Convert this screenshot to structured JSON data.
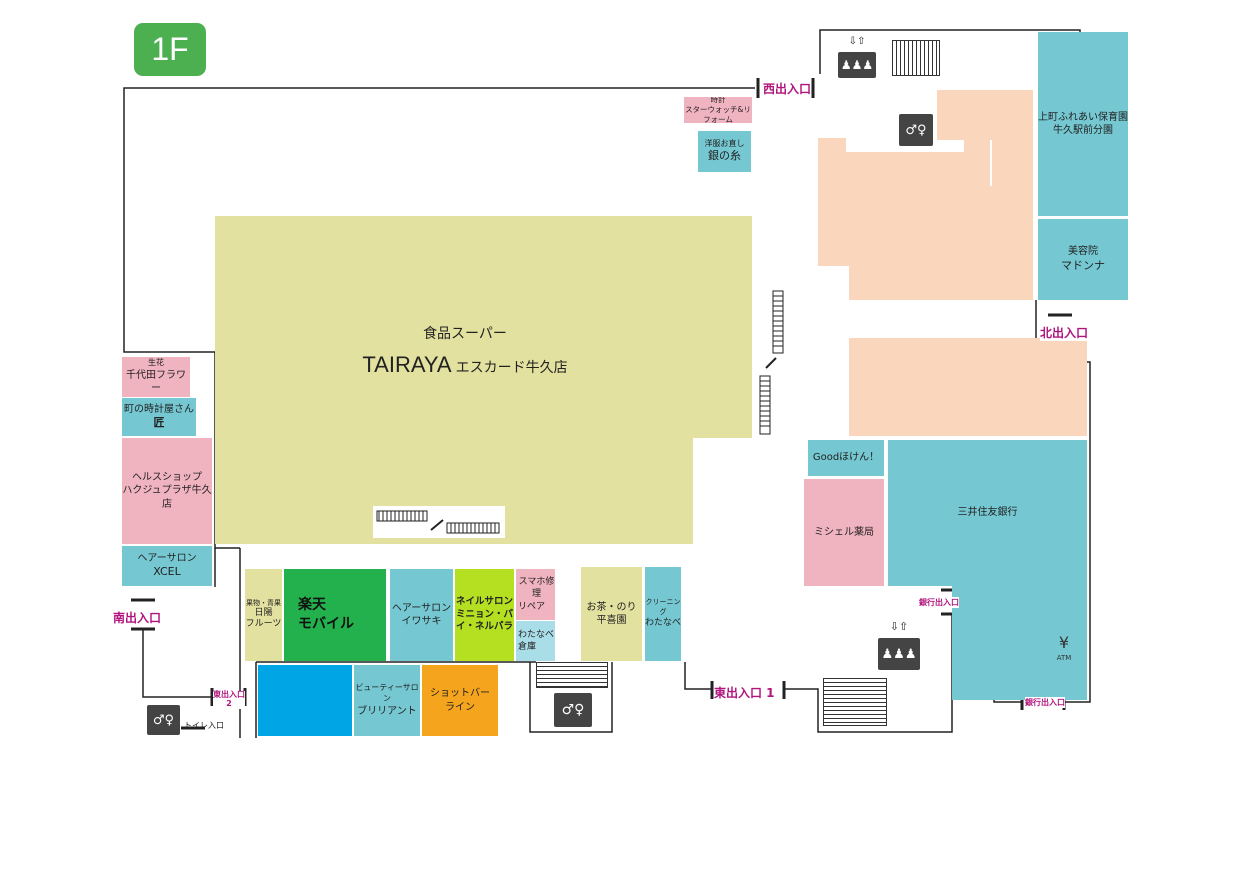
{
  "floor": "1F",
  "supermarket": {
    "subtitle": "食品スーパー",
    "brand": "TAIRAYA",
    "branch": "エスカード牛久店"
  },
  "shops": {
    "watch": [
      "時計",
      "スターウォッチ&リフォーム"
    ],
    "tailor": [
      "洋服お直し",
      "銀の糸"
    ],
    "florist": [
      "生花",
      "千代田フラワー"
    ],
    "clock_shop": [
      "町の時計屋さん",
      "匠"
    ],
    "health_shop": [
      "ヘルスショップ",
      "ハクジュプラザ牛久店"
    ],
    "hair_xcel": [
      "ヘアーサロン",
      "XCEL"
    ],
    "fruits": [
      "果物・青果",
      "日陽",
      "フルーツ"
    ],
    "rakuten": [
      "楽天",
      "モバイル"
    ],
    "hair_iwasaki": [
      "ヘアーサロン",
      "イワサキ"
    ],
    "nail": [
      "ネイルサロン",
      "ミニョン・パ",
      "イ・ネルパラ"
    ],
    "phone_repair": [
      "スマホ修理",
      "リペア"
    ],
    "watanabe_store": [
      "わたなべ",
      "倉庫"
    ],
    "tea": [
      "お茶・のり",
      "平喜園"
    ],
    "cleaning": [
      "クリーニング",
      "わたなべ"
    ],
    "beauty_brilliant": [
      "ビューティーサロン",
      "ブリリアント"
    ],
    "shot_bar": [
      "ショットバー",
      "ライン"
    ],
    "nursery": [
      "上町ふれあい保育園",
      "牛久駅前分園"
    ],
    "beauty_madonna": [
      "美容院",
      "マドンナ"
    ],
    "insurance": "Goodほけん！",
    "pharmacy": "ミシェル薬局",
    "bank": "三井住友銀行"
  },
  "entrances": {
    "west": "西出入口",
    "north": "北出入口",
    "south": "南出入口",
    "east1": "東出入口 1",
    "east2": [
      "東出入口",
      "2"
    ],
    "bank_entrance": "銀行出入口",
    "toilet_entrance": "トイレ入口"
  },
  "atm_label": "ATM",
  "icons": [
    "elevator-icon",
    "restroom-icon",
    "escalator-icon",
    "stairs-icon",
    "atm-icon"
  ],
  "colors": {
    "pink": "#f0b3c0",
    "blue": "#75c8d2",
    "cream": "#e2e1a0",
    "peach": "#f9d6bc",
    "green": "#23b14d",
    "lime": "#b4e021",
    "sky": "#00a5e6",
    "orange": "#f5a41e",
    "entrance_text": "#b0147d",
    "floor_badge": "#4caf50"
  }
}
